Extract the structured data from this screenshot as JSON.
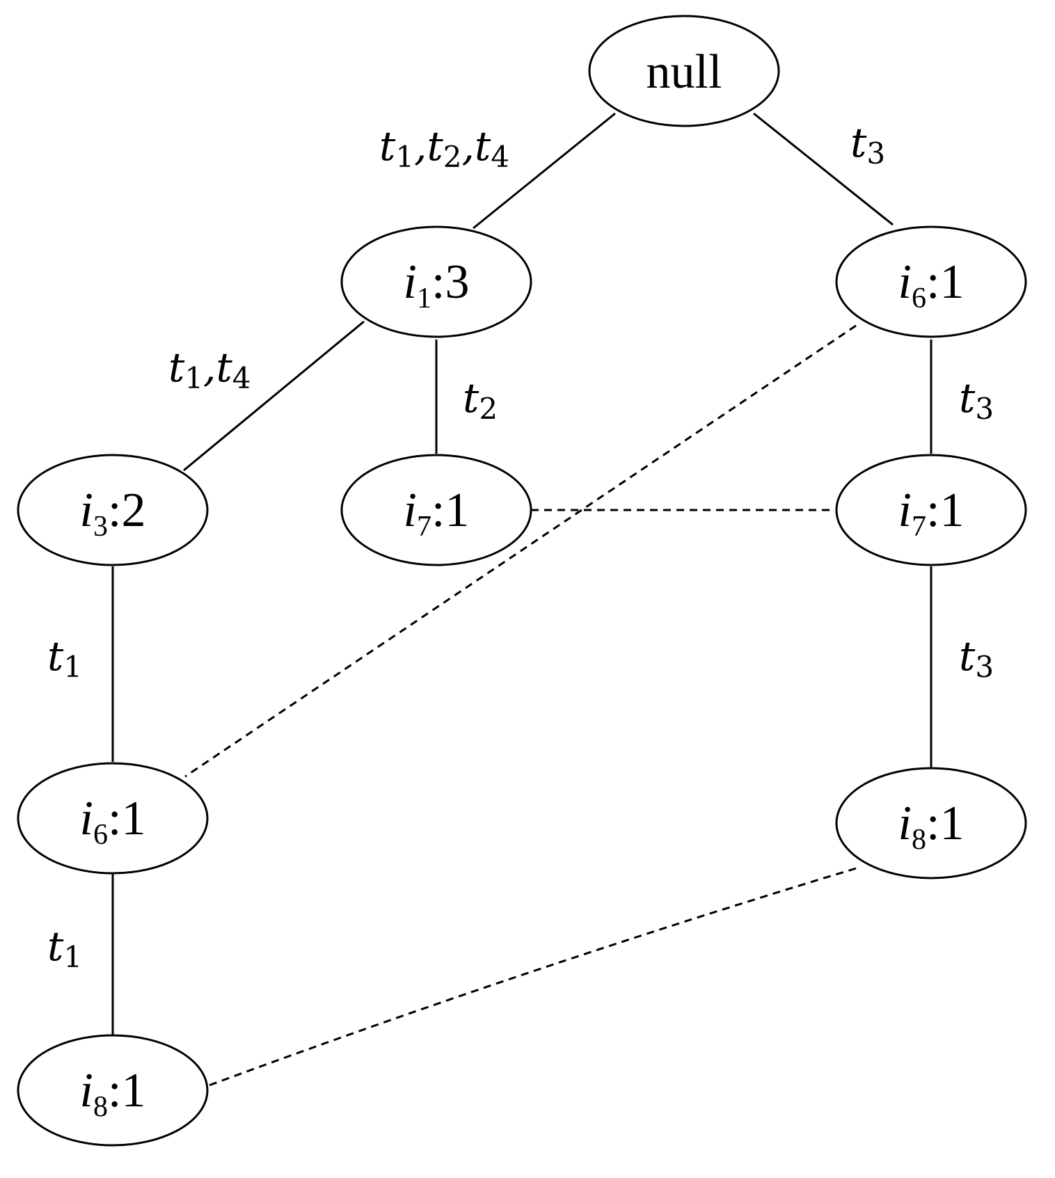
{
  "nodes": [
    {
      "id": "root",
      "item": "null",
      "count": ""
    },
    {
      "id": "i1",
      "item": "1",
      "count": "3"
    },
    {
      "id": "i6r",
      "item": "6",
      "count": "1"
    },
    {
      "id": "i3",
      "item": "3",
      "count": "2"
    },
    {
      "id": "i7l",
      "item": "7",
      "count": "1"
    },
    {
      "id": "i7r",
      "item": "7",
      "count": "1"
    },
    {
      "id": "i6l",
      "item": "6",
      "count": "1"
    },
    {
      "id": "i8r",
      "item": "8",
      "count": "1"
    },
    {
      "id": "i8l",
      "item": "8",
      "count": "1"
    }
  ],
  "edges": [
    {
      "from": "root",
      "to": "i1",
      "label": [
        "1",
        "2",
        "4"
      ]
    },
    {
      "from": "root",
      "to": "i6r",
      "label": [
        "3"
      ]
    },
    {
      "from": "i1",
      "to": "i3",
      "label": [
        "1",
        "4"
      ]
    },
    {
      "from": "i1",
      "to": "i7l",
      "label": [
        "2"
      ]
    },
    {
      "from": "i6r",
      "to": "i7r",
      "label": [
        "3"
      ]
    },
    {
      "from": "i3",
      "to": "i6l",
      "label": [
        "1"
      ]
    },
    {
      "from": "i7r",
      "to": "i8r",
      "label": [
        "3"
      ]
    },
    {
      "from": "i6l",
      "to": "i8l",
      "label": [
        "1"
      ]
    }
  ],
  "node_links": [
    {
      "from": "i6r",
      "to": "i6l"
    },
    {
      "from": "i7l",
      "to": "i7r"
    },
    {
      "from": "i8r",
      "to": "i8l"
    }
  ],
  "text": {
    "root": "null",
    "i1_item": "i",
    "i1_sub": "1",
    "i1_count": ":3",
    "i6r_item": "i",
    "i6r_sub": "6",
    "i6r_count": ":1",
    "i3_item": "i",
    "i3_sub": "3",
    "i3_count": ":2",
    "i7l_item": "i",
    "i7l_sub": "7",
    "i7l_count": ":1",
    "i7r_item": "i",
    "i7r_sub": "7",
    "i7r_count": ":1",
    "i6l_item": "i",
    "i6l_sub": "6",
    "i6l_count": ":1",
    "i8r_item": "i",
    "i8r_sub": "8",
    "i8r_count": ":1",
    "i8l_item": "i",
    "i8l_sub": "8",
    "i8l_count": ":1",
    "t": "t",
    "comma": ",",
    "e_root_i1": [
      "1",
      "2",
      "4"
    ],
    "e_root_i6r": "3",
    "e_i1_i3": [
      "1",
      "4"
    ],
    "e_i1_i7l": "2",
    "e_i6r_i7r": "3",
    "e_i3_i6l": "1",
    "e_i7r_i8r": "3",
    "e_i6l_i8l": "1"
  }
}
